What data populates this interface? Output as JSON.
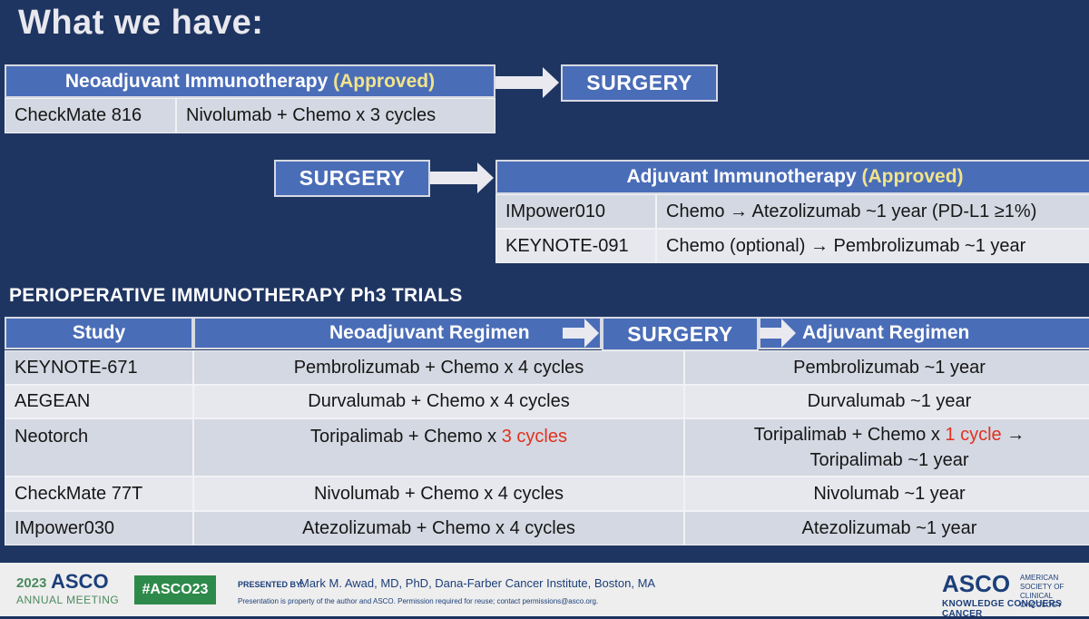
{
  "title": "What we have:",
  "neoadj_table": {
    "header_prefix": "Neoadjuvant Immunotherapy",
    "header_status": "(Approved)",
    "rows": [
      {
        "study": "CheckMate 816",
        "regimen": "Nivolumab + Chemo x 3 cycles"
      }
    ]
  },
  "surgery_label": "SURGERY",
  "adj_table": {
    "header_prefix": "Adjuvant Immunotherapy",
    "header_status": "(Approved)",
    "rows": [
      {
        "study": "IMpower010",
        "regimen": "Chemo → Atezolizumab ~1 year (PD-L1 ≥1%)"
      },
      {
        "study": "KEYNOTE-091",
        "regimen": "Chemo (optional) → Pembrolizumab ~1 year"
      }
    ]
  },
  "section_title": "PERIOPERATIVE IMMUNOTHERAPY Ph3 TRIALS",
  "periop_table": {
    "col_study": "Study",
    "col_neoadj": "Neoadjuvant Regimen",
    "col_adj": "Adjuvant Regimen",
    "rows": [
      {
        "study": "KEYNOTE-671",
        "neoadj": "Pembrolizumab + Chemo x 4 cycles",
        "adj": "Pembrolizumab ~1 year"
      },
      {
        "study": "AEGEAN",
        "neoadj": "Durvalumab + Chemo x 4 cycles",
        "adj": "Durvalumab ~1 year"
      },
      {
        "study": "Neotorch",
        "neoadj_prefix": "Toripalimab + Chemo x ",
        "neoadj_red": "3 cycles",
        "adj_prefix": "Toripalimab + Chemo x ",
        "adj_red": "1 cycle",
        "adj_suffix": " →",
        "adj_line2": "Toripalimab ~1 year"
      },
      {
        "study": "CheckMate 77T",
        "neoadj": "Nivolumab + Chemo x 4 cycles",
        "adj": "Nivolumab ~1 year"
      },
      {
        "study": "IMpower030",
        "neoadj": "Atezolizumab + Chemo x 4 cycles",
        "adj": "Atezolizumab ~1 year"
      }
    ]
  },
  "footer": {
    "year": "2023",
    "asco": "ASCO",
    "annual_meeting": "ANNUAL MEETING",
    "hashtag": "#ASCO23",
    "presented_by_label": "PRESENTED BY:",
    "presenter": "Mark M. Awad, MD, PhD, Dana-Farber Cancer Institute, Boston, MA",
    "disclaimer": "Presentation is property of the author and ASCO. Permission required for reuse; contact permissions@asco.org.",
    "asco_right": "ASCO",
    "society_line1": "AMERICAN SOCIETY OF",
    "society_line2": "CLINICAL ONCOLOGY",
    "tagline": "KNOWLEDGE CONQUERS CANCER"
  },
  "colors": {
    "background": "#1f3561",
    "header_blue": "#4a6db8",
    "highlight_yellow": "#f1e48a",
    "accent_red": "#e0311f",
    "hashtag_green": "#2e8a4a"
  }
}
